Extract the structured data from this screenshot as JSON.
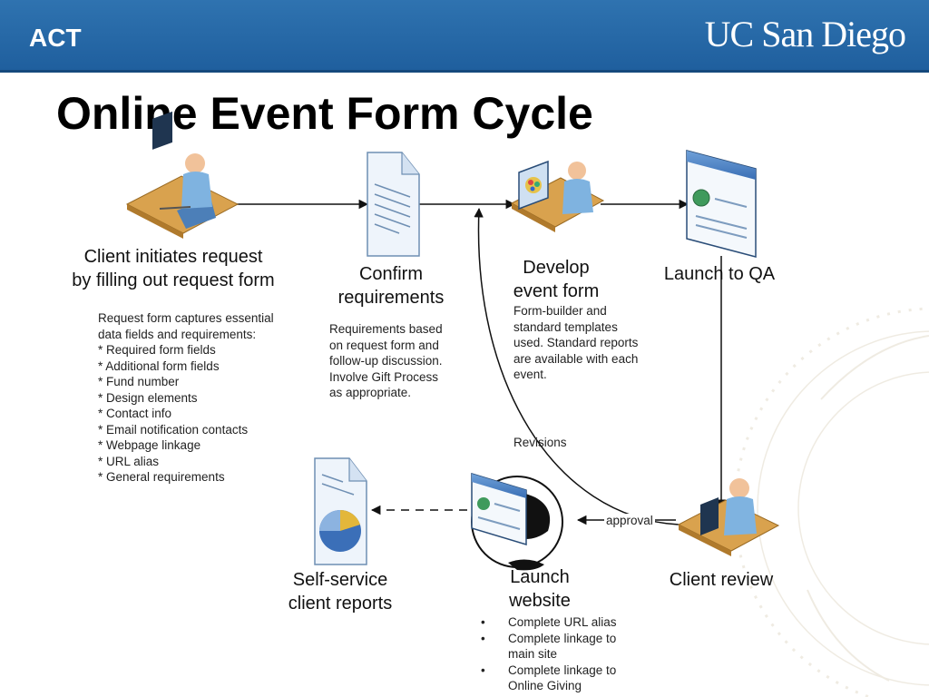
{
  "header": {
    "org": "ACT",
    "brand": "UC San Diego",
    "brand_color": "#2a6aa8"
  },
  "slide": {
    "title": "Online Event Form Cycle"
  },
  "diagram": {
    "nodes": {
      "client_request": {
        "label": [
          "Client initiates request",
          "by filling out request form"
        ]
      },
      "confirm": {
        "label": [
          "Confirm",
          "requirements"
        ]
      },
      "develop": {
        "label": [
          "Develop",
          "event form"
        ]
      },
      "launch_qa": {
        "label": "Launch to QA"
      },
      "client_review": {
        "label": "Client review"
      },
      "launch_website": {
        "label": [
          "Launch",
          "website"
        ]
      },
      "reports": {
        "label": [
          "Self-service",
          "client reports"
        ]
      }
    },
    "descriptions": {
      "request_form": [
        "Request form captures essential",
        "data fields and requirements:",
        "* Required form fields",
        "* Additional form fields",
        "* Fund number",
        "* Design elements",
        "* Contact info",
        "* Email notification contacts",
        "* Webpage linkage",
        "* URL alias",
        "* General requirements"
      ],
      "requirements": [
        "Requirements based",
        "on request form and",
        "follow-up discussion.",
        "Involve Gift Process",
        "as appropriate."
      ],
      "form_builder": [
        "Form-builder and",
        "standard templates",
        "used. Standard reports",
        "are available with each",
        "event."
      ],
      "launch_bullets": [
        [
          "Complete URL alias"
        ],
        [
          "Complete linkage to",
          "main site"
        ],
        [
          "Complete linkage to",
          "Online Giving"
        ]
      ]
    },
    "edge_labels": {
      "revisions": "Revisions",
      "approval": "approval"
    }
  }
}
